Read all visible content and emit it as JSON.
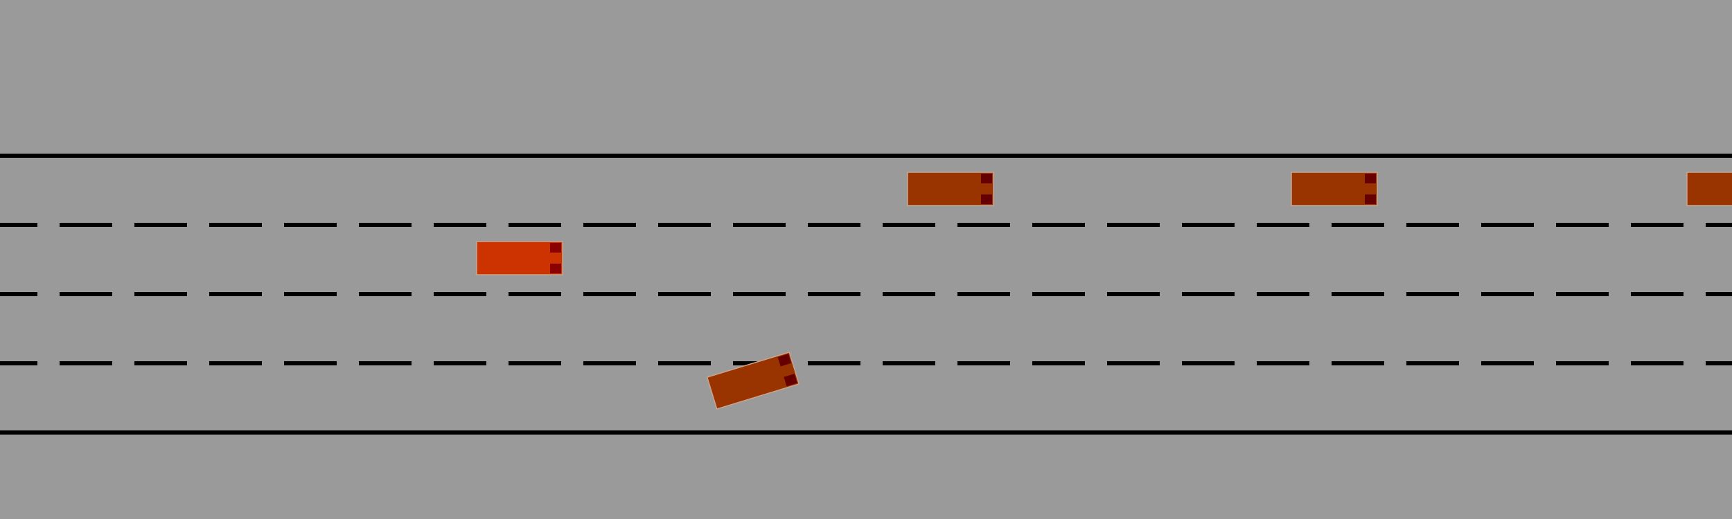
{
  "scene": {
    "type": "highway-driving-simulation",
    "lane_count": 4,
    "background_color": "#9a9a9a",
    "line_color": "#000000"
  },
  "vehicles": [
    {
      "id": "ego",
      "role": "controlled",
      "lane": 2,
      "heading_deg": 0,
      "body_color": "#cc3300",
      "light_color": "#8b0000"
    },
    {
      "id": "car-1",
      "role": "traffic",
      "lane": 1,
      "heading_deg": 0,
      "body_color": "#993300",
      "light_color": "#660000"
    },
    {
      "id": "car-2",
      "role": "traffic",
      "lane": 1,
      "heading_deg": 0,
      "body_color": "#993300",
      "light_color": "#660000"
    },
    {
      "id": "car-3",
      "role": "traffic",
      "lane": 1,
      "heading_deg": 0,
      "body_color": "#993300",
      "light_color": "#660000"
    },
    {
      "id": "car-4",
      "role": "traffic",
      "lane": 3,
      "heading_deg": -17,
      "body_color": "#993300",
      "light_color": "#660000"
    }
  ]
}
